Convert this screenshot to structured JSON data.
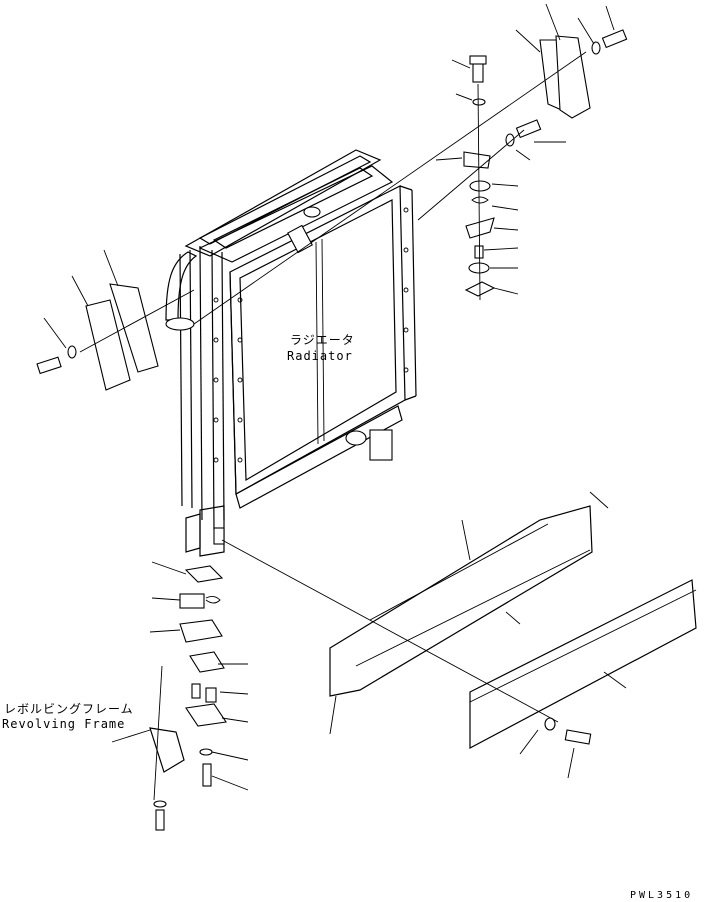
{
  "labels": {
    "radiator_ja": "ラジエータ",
    "radiator_en": "Radiator",
    "frame_ja": "レボルビングフレーム",
    "frame_en": "Revolving Frame",
    "drawing_code": "PWL3510"
  }
}
